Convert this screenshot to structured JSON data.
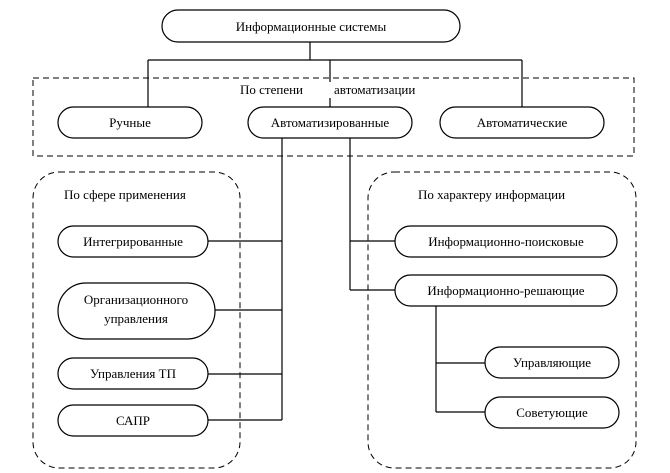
{
  "diagram": {
    "root": "Информационные системы",
    "groups": {
      "automation_a": "По степени",
      "automation_b": "автоматизации",
      "application": "По сфере применения",
      "information": "По характеру информации"
    },
    "nodes": {
      "manual": "Ручные",
      "automated": "Автоматизированные",
      "automatic": "Автоматические",
      "integrated": "Интегрированные",
      "org_mgmt_line1": "Организационного",
      "org_mgmt_line2": "управления",
      "tp_mgmt": "Управления ТП",
      "sapr": "САПР",
      "info_search": "Информационно-поисковые",
      "info_decision": "Информационно-решающие",
      "controlling": "Управляющие",
      "advising": "Советующие"
    }
  }
}
